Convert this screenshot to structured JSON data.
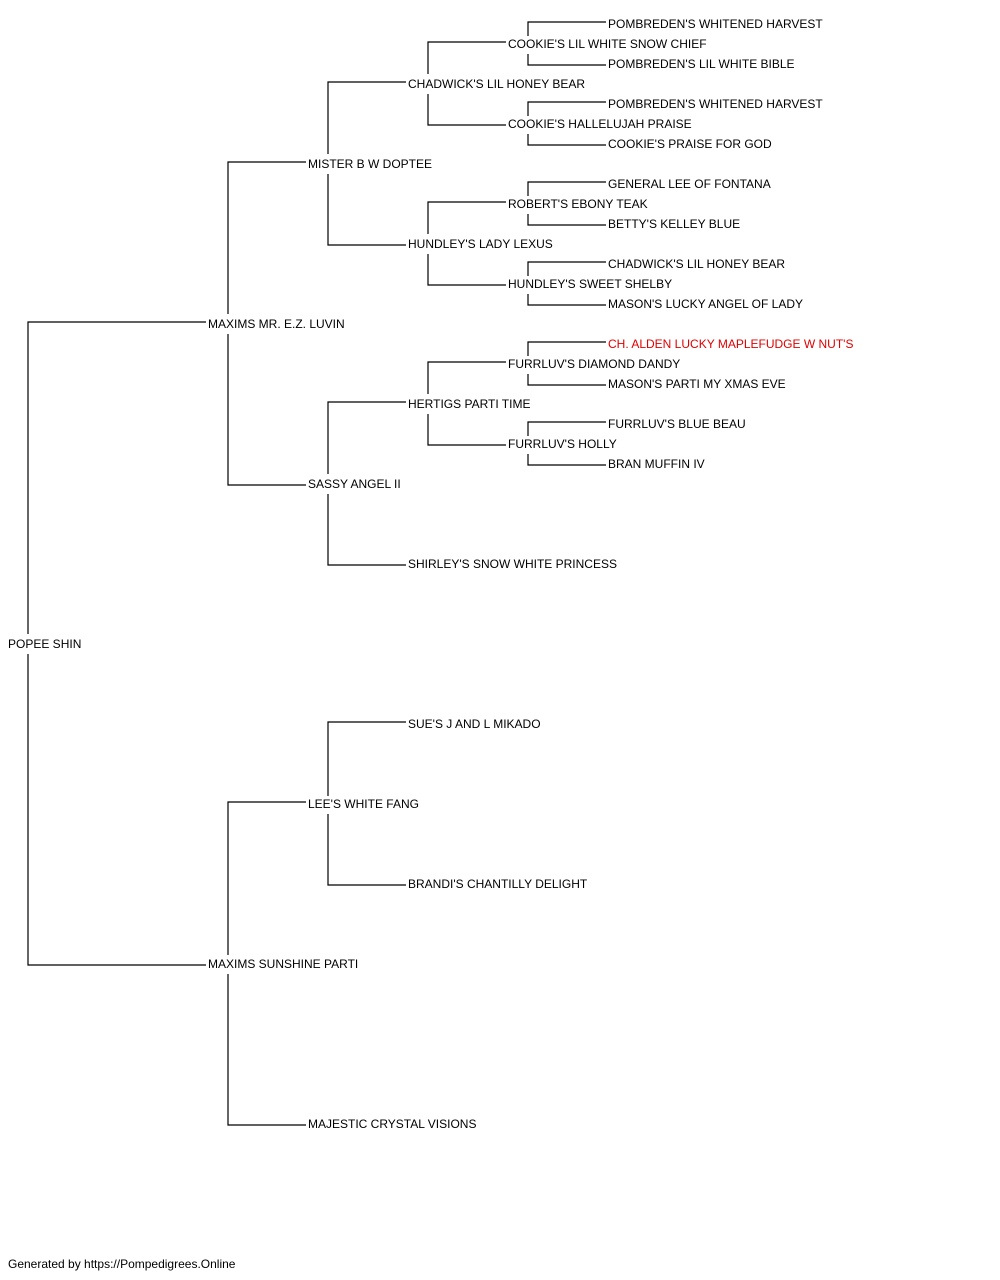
{
  "pedigree": {
    "subject": "POPEE SHIN",
    "sire": "MAXIMS MR. E.Z. LUVIN",
    "dam": "MAXIMS SUNSHINE PARTI",
    "ss": "MISTER B W DOPTEE",
    "sd": "SASSY ANGEL II",
    "ds": "LEE'S WHITE FANG",
    "dd": "MAJESTIC CRYSTAL VISIONS",
    "sss": "CHADWICK'S LIL HONEY BEAR",
    "ssd": "HUNDLEY'S LADY LEXUS",
    "sds": "HERTIGS PARTI TIME",
    "sdd": "SHIRLEY'S SNOW WHITE PRINCESS",
    "dss": "SUE'S J AND L MIKADO",
    "dsd": "BRANDI'S CHANTILLY DELIGHT",
    "ssss": "COOKIE'S LIL WHITE SNOW CHIEF",
    "sssd": "COOKIE'S HALLELUJAH PRAISE",
    "ssds": "ROBERT'S EBONY TEAK",
    "ssdd": "HUNDLEY'S SWEET SHELBY",
    "sdss": "FURRLUV'S DIAMOND DANDY",
    "sdsd": "FURRLUV'S HOLLY",
    "sssss": "POMBREDEN'S WHITENED HARVEST",
    "ssssd": "POMBREDEN'S LIL WHITE BIBLE",
    "sssds": "POMBREDEN'S WHITENED HARVEST",
    "sssdd": "COOKIE'S PRAISE FOR GOD",
    "ssdss": "GENERAL LEE OF FONTANA",
    "ssdsd": "BETTY'S KELLEY BLUE",
    "ssdds": "CHADWICK'S LIL HONEY BEAR",
    "ssddd": "MASON'S LUCKY ANGEL OF LADY",
    "sdsss": "CH. ALDEN LUCKY MAPLEFUDGE W NUT'S",
    "sdssd": "MASON'S PARTI MY XMAS EVE",
    "sdsds": "FURRLUV'S BLUE BEAU",
    "sdsdd": "BRAN MUFFIN IV"
  },
  "footer": "Generated by https://Pompedigrees.Online",
  "colors": {
    "text": "#000000",
    "champion_highlight": "#e00000",
    "lines": "#000000"
  }
}
